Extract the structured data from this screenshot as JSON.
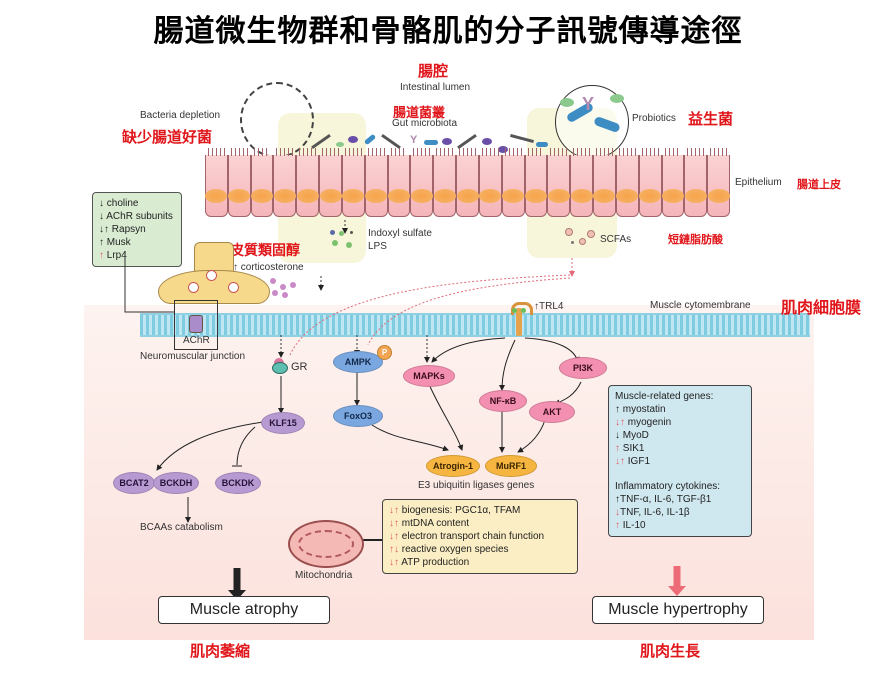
{
  "title": "腸道微生物群和骨骼肌的分子訊號傳導途徑",
  "lumen": {
    "zh": "腸腔",
    "en": "Intestinal lumen"
  },
  "microbiota": {
    "zh": "腸道菌叢",
    "en": "Gut microbiota"
  },
  "bacteria_depletion": {
    "en": "Bacteria depletion",
    "zh": "缺少腸道好菌"
  },
  "probiotics": {
    "en": "Probiotics",
    "zh": "益生菌"
  },
  "epithelium": {
    "en": "Epithelium",
    "zh": "腸道上皮"
  },
  "metabolites": {
    "indoxyl": "Indoxyl sulfate",
    "lps": "LPS",
    "scfas_en": "SCFAs",
    "scfas_zh": "短鏈脂肪酸"
  },
  "corticosterone": {
    "zh": "皮質類固醇",
    "en": "↑ corticosterone"
  },
  "nmj_box": {
    "lines": [
      {
        "arrows": "↓",
        "text": "choline"
      },
      {
        "arrows": "↓",
        "text": "AChR subunits"
      },
      {
        "arrows": "↓↑",
        "text": "Rapsyn"
      },
      {
        "arrows": "↑",
        "text": "Musk"
      },
      {
        "arrows": "↑",
        "text": "Lrp4"
      }
    ]
  },
  "achr": "AChR",
  "nmj_label": "Neuromuscular junction",
  "membrane": {
    "en": "Muscle cytomembrane",
    "zh": "肌肉細胞膜"
  },
  "trl4": "↑TRL4",
  "nodes": {
    "gr": "GR",
    "klf15": "KLF15",
    "bcat2": "BCAT2",
    "bckdh": "BCKDH",
    "bckdk": "BCKDK",
    "ampk": "AMPK",
    "p": "P",
    "foxo3": "FoxO3",
    "mapks": "MAPKs",
    "nfkb": "NF-κB",
    "pi3k": "PI3K",
    "akt": "AKT",
    "atrogin": "Atrogin-1",
    "murf1": "MuRF1"
  },
  "bcaa": "BCAAs catabolism",
  "e3": "E3 ubiquitin ligases genes",
  "mito": {
    "label": "Mitochondria",
    "lines": [
      {
        "arrows": "↓↑",
        "text": "biogenesis: PGC1α, TFAM"
      },
      {
        "arrows": "↓↑",
        "text": "mtDNA content"
      },
      {
        "arrows": "↓↑",
        "text": "electron transport chain function"
      },
      {
        "arrows": "↑↓",
        "text": "reactive oxygen species"
      },
      {
        "arrows": "↓↑",
        "text": "ATP production"
      }
    ]
  },
  "genes_box": {
    "heading1": "Muscle-related genes:",
    "genes": [
      {
        "arrows": "↑",
        "text": "myostatin"
      },
      {
        "arrows": "↓↑",
        "text": "myogenin"
      },
      {
        "arrows": "↓",
        "text": "MyoD"
      },
      {
        "arrows": "↑",
        "text": "SIK1"
      },
      {
        "arrows": "↓↑",
        "text": "IGF1"
      }
    ],
    "heading2": "Inflammatory cytokines:",
    "cytokines": [
      {
        "arrows": "↑",
        "text": "TNF-α, IL-6, TGF-β1"
      },
      {
        "arrows": "↓",
        "text": "TNF, IL-6, IL-1β"
      },
      {
        "arrows": "↑",
        "text": "IL-10"
      }
    ]
  },
  "outcomes": {
    "atrophy_en": "Muscle atrophy",
    "atrophy_zh": "肌肉萎縮",
    "hypertrophy_en": "Muscle hypertrophy",
    "hypertrophy_zh": "肌肉生長"
  }
}
